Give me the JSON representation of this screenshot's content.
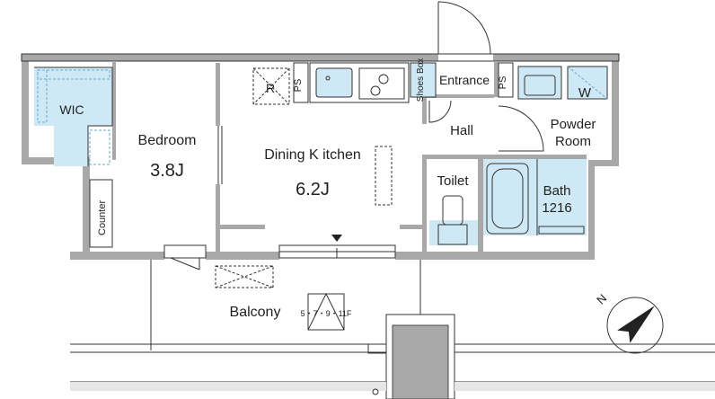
{
  "rooms": {
    "wic": "WIC",
    "bedroom": "Bedroom",
    "bedroom_size": "3.8J",
    "counter": "Counter",
    "dining_kitchen": "Dining K itchen",
    "dining_kitchen_size": "6.2J",
    "refrigerator": "R",
    "ps_left": "PS",
    "ps_right": "PS",
    "shoes_box": "Shoes Box",
    "entrance": "Entrance",
    "hall": "Hall",
    "washer": "W",
    "powder_room_line1": "Powder",
    "powder_room_line2": "Room",
    "toilet": "Toilet",
    "bath": "Bath",
    "bath_size": "1216",
    "balcony": "Balcony",
    "balcony_floors": "5・7・9・11F"
  },
  "compass": {
    "north_label": "N",
    "north_angle_deg": 45
  },
  "colors": {
    "wall": "#a8a8a8",
    "wet_area": "#cfe8f5",
    "line": "#333333"
  }
}
